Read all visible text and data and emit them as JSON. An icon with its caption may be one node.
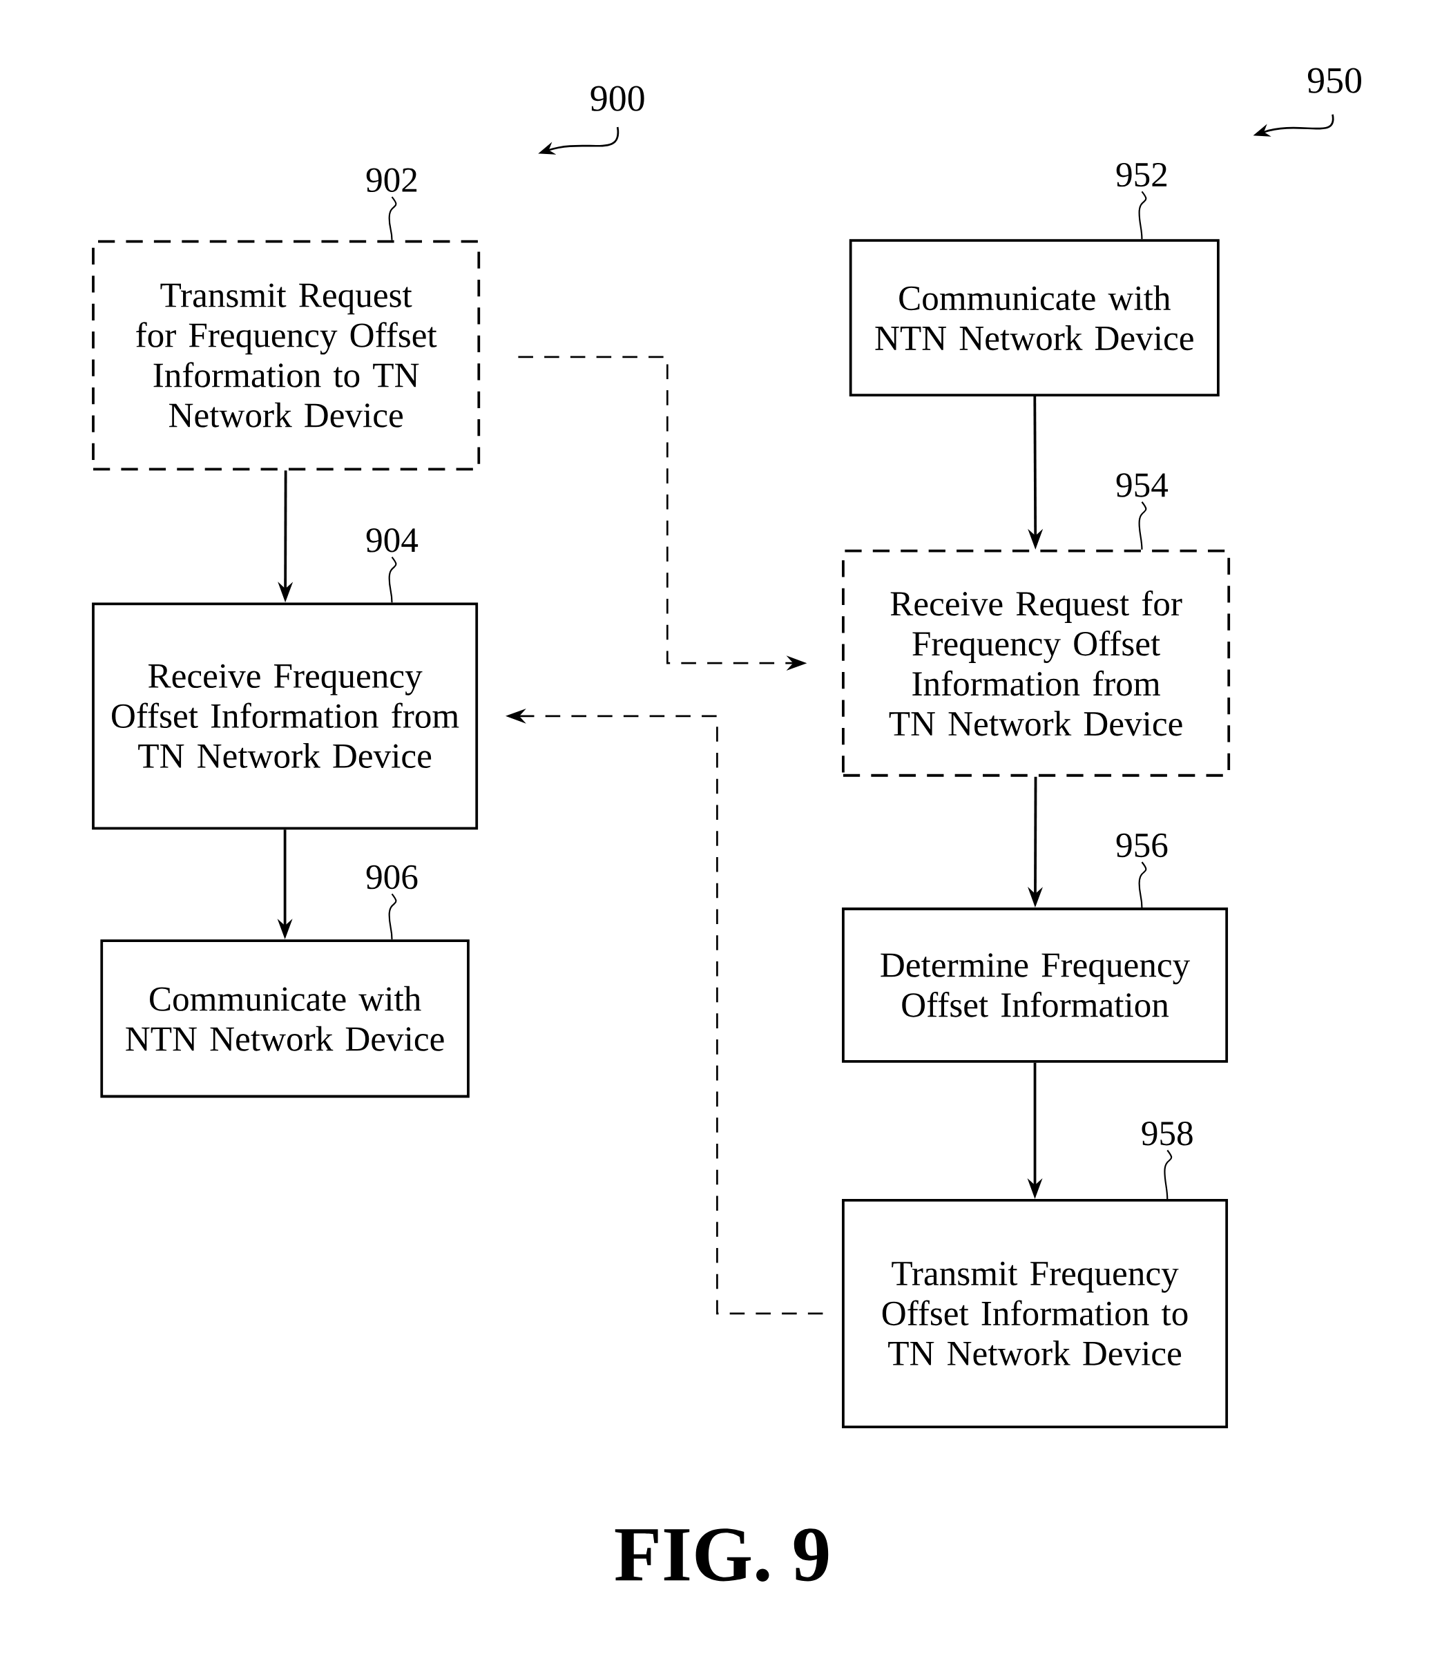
{
  "diagram": {
    "caption": "FIG. 9",
    "nodes": [
      {
        "text": [
          "Transmit Request for Frequency Offset Information to TN Network Device"
        ]
      },
      {
        "text": [
          "Receive Frequency Offset Information from TN Network Device"
        ]
      },
      {
        "text": [
          "Communicate with NTN Network Device"
        ]
      },
      {
        "text": [
          "Communicate with NTN Network Device"
        ]
      },
      {
        "text": [
          "Receive Request for Frequency Offset Information from TN Network Device"
        ]
      },
      {
        "text": [
          "Determine Frequency Offset Information"
        ]
      },
      {
        "text": [
          "Transmit Frequency Offset Information to TN Network Device"
        ]
      },
      {
        "text": [
          "902"
        ]
      },
      {
        "text": [
          "904"
        ]
      },
      {
        "text": [
          "906"
        ]
      },
      {
        "text": [
          "952"
        ]
      },
      {
        "text": [
          "954"
        ]
      },
      {
        "text": [
          "956"
        ]
      },
      {
        "text": [
          "958"
        ]
      }
    ],
    "edges": [
      {
        "from": 0,
        "to": 1,
        "arrow": "to"
      },
      {
        "from": 1,
        "to": 2,
        "arrow": "to"
      },
      {
        "from": 3,
        "to": 4,
        "arrow": "to"
      },
      {
        "from": 4,
        "to": 5,
        "arrow": "to"
      },
      {
        "from": 5,
        "to": 6,
        "arrow": "to"
      },
      {
        "from": 0,
        "to": 4,
        "arrow": "to",
        "style": "dashed"
      },
      {
        "from": 6,
        "to": 1,
        "arrow": "to",
        "style": "dashed"
      },
      {
        "from": 7,
        "to": 0,
        "arrow": "none"
      },
      {
        "from": 8,
        "to": 1,
        "arrow": "none"
      },
      {
        "from": 9,
        "to": 2,
        "arrow": "none"
      },
      {
        "from": 10,
        "to": 3,
        "arrow": "none"
      },
      {
        "from": 11,
        "to": 4,
        "arrow": "none"
      },
      {
        "from": 12,
        "to": 5,
        "arrow": "none"
      },
      {
        "from": 13,
        "to": 6,
        "arrow": "none"
      }
    ],
    "labels": [
      "900",
      "950"
    ]
  }
}
